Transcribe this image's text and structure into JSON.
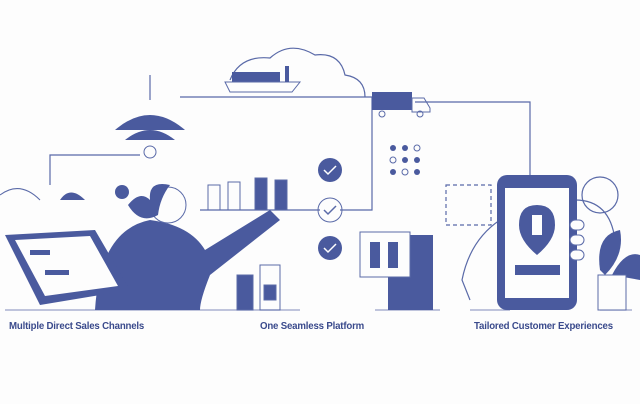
{
  "captions": {
    "left": "Multiple Direct Sales Channels",
    "middle": "One Seamless Platform",
    "right": "Tailored Customer Experiences"
  },
  "colors": {
    "accent": "#4a5a9e",
    "line": "#5a6aa8",
    "background": "#fdfdfd"
  }
}
